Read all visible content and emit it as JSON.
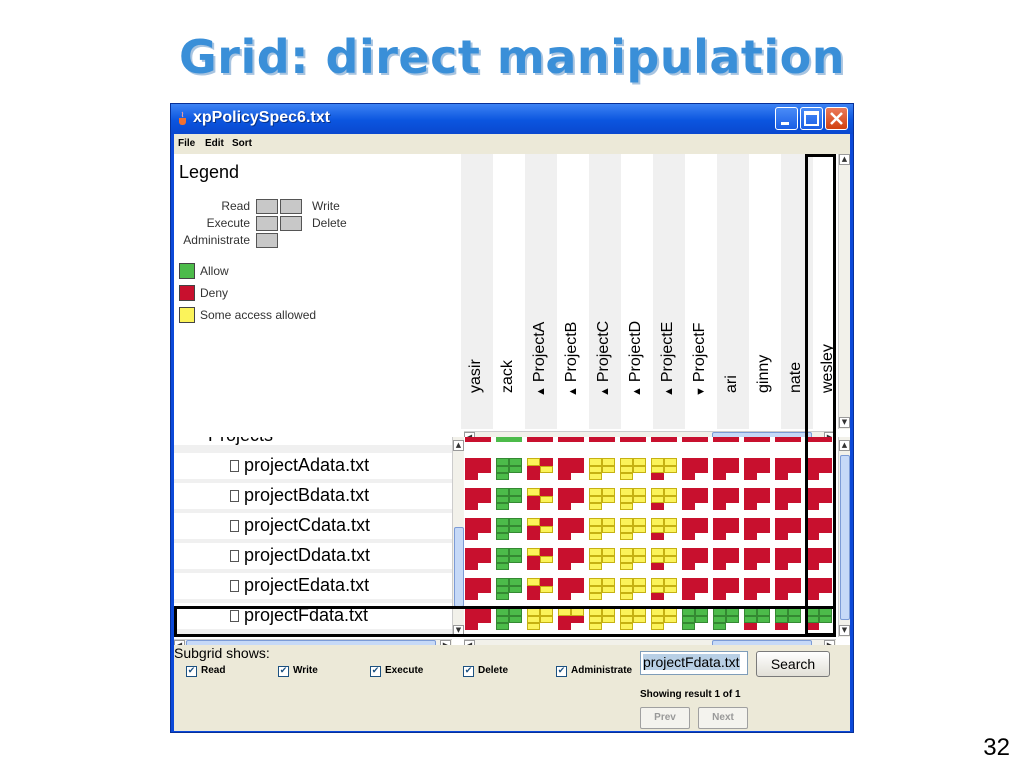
{
  "slide": {
    "title": "Grid:  direct manipulation",
    "page_number": "32"
  },
  "window": {
    "title": "xpPolicySpec6.txt"
  },
  "menu": [
    "File",
    "Edit",
    "Sort"
  ],
  "legend": {
    "title": "Legend",
    "perm_labels": {
      "read": "Read",
      "write": "Write",
      "execute": "Execute",
      "delete": "Delete",
      "administrate": "Administrate"
    },
    "items": [
      {
        "label": "Allow",
        "color": "#4cbb4a"
      },
      {
        "label": "Deny",
        "color": "#c8102e"
      },
      {
        "label": "Some access allowed",
        "color": "#fbf35a"
      }
    ]
  },
  "columns": [
    {
      "label": "yasir",
      "arrow": ""
    },
    {
      "label": "zack",
      "arrow": ""
    },
    {
      "label": "ProjectA",
      "arrow": "▲"
    },
    {
      "label": "ProjectB",
      "arrow": "▲"
    },
    {
      "label": "ProjectC",
      "arrow": "▲"
    },
    {
      "label": "ProjectD",
      "arrow": "▲"
    },
    {
      "label": "ProjectE",
      "arrow": "▲"
    },
    {
      "label": "ProjectF",
      "arrow": "▼"
    },
    {
      "label": "ari",
      "arrow": ""
    },
    {
      "label": "ginny",
      "arrow": ""
    },
    {
      "label": "nate",
      "arrow": ""
    },
    {
      "label": "wesley",
      "arrow": ""
    }
  ],
  "tree": {
    "partial_label": "Projects",
    "rows": [
      "projectAdata.txt",
      "projectBdata.txt",
      "projectCdata.txt",
      "projectDdata.txt",
      "projectEdata.txt",
      "projectFdata.txt"
    ]
  },
  "colors": {
    "allow": "#4cbb4a",
    "deny": "#c8102e",
    "some": "#fbf35a"
  },
  "grid_rows": [
    [
      "DDDDD",
      "AAAAA",
      "YDDYD",
      "DDDDD",
      "YYYYY",
      "YYYYY",
      "YYYYD",
      "DDDDD",
      "DDDDD",
      "DDDDD",
      "DDDDD",
      "DDDDD"
    ],
    [
      "DDDDD",
      "AAAAA",
      "YDDYD",
      "DDDDD",
      "YYYYY",
      "YYYYY",
      "YYYYD",
      "DDDDD",
      "DDDDD",
      "DDDDD",
      "DDDDD",
      "DDDDD"
    ],
    [
      "DDDDD",
      "AAAAA",
      "YDDYD",
      "DDDDD",
      "YYYYY",
      "YYYYY",
      "YYYYD",
      "DDDDD",
      "DDDDD",
      "DDDDD",
      "DDDDD",
      "DDDDD"
    ],
    [
      "DDDDD",
      "AAAAA",
      "YDDYD",
      "DDDDD",
      "YYYYY",
      "YYYYY",
      "YYYYD",
      "DDDDD",
      "DDDDD",
      "DDDDD",
      "DDDDD",
      "DDDDD"
    ],
    [
      "DDDDD",
      "AAAAA",
      "YDDYD",
      "DDDDD",
      "YYYYY",
      "YYYYY",
      "YYYYD",
      "DDDDD",
      "DDDDD",
      "DDDDD",
      "DDDDD",
      "DDDDD"
    ],
    [
      "DDDDD",
      "AAAAA",
      "YYYYY",
      "YYDDD",
      "YYYYY",
      "YYYYY",
      "YYYYY",
      "AAAAA",
      "AAAAA",
      "AAAAD",
      "AAAAD",
      "AAAAD"
    ]
  ],
  "bottom": {
    "subgrid_label": "Subgrid shows:",
    "checkboxes": [
      "Read",
      "Write",
      "Execute",
      "Delete",
      "Administrate"
    ],
    "search_value": "projectFdata.txt",
    "search_button": "Search",
    "result_text": "Showing result 1 of 1",
    "prev": "Prev",
    "next": "Next"
  }
}
